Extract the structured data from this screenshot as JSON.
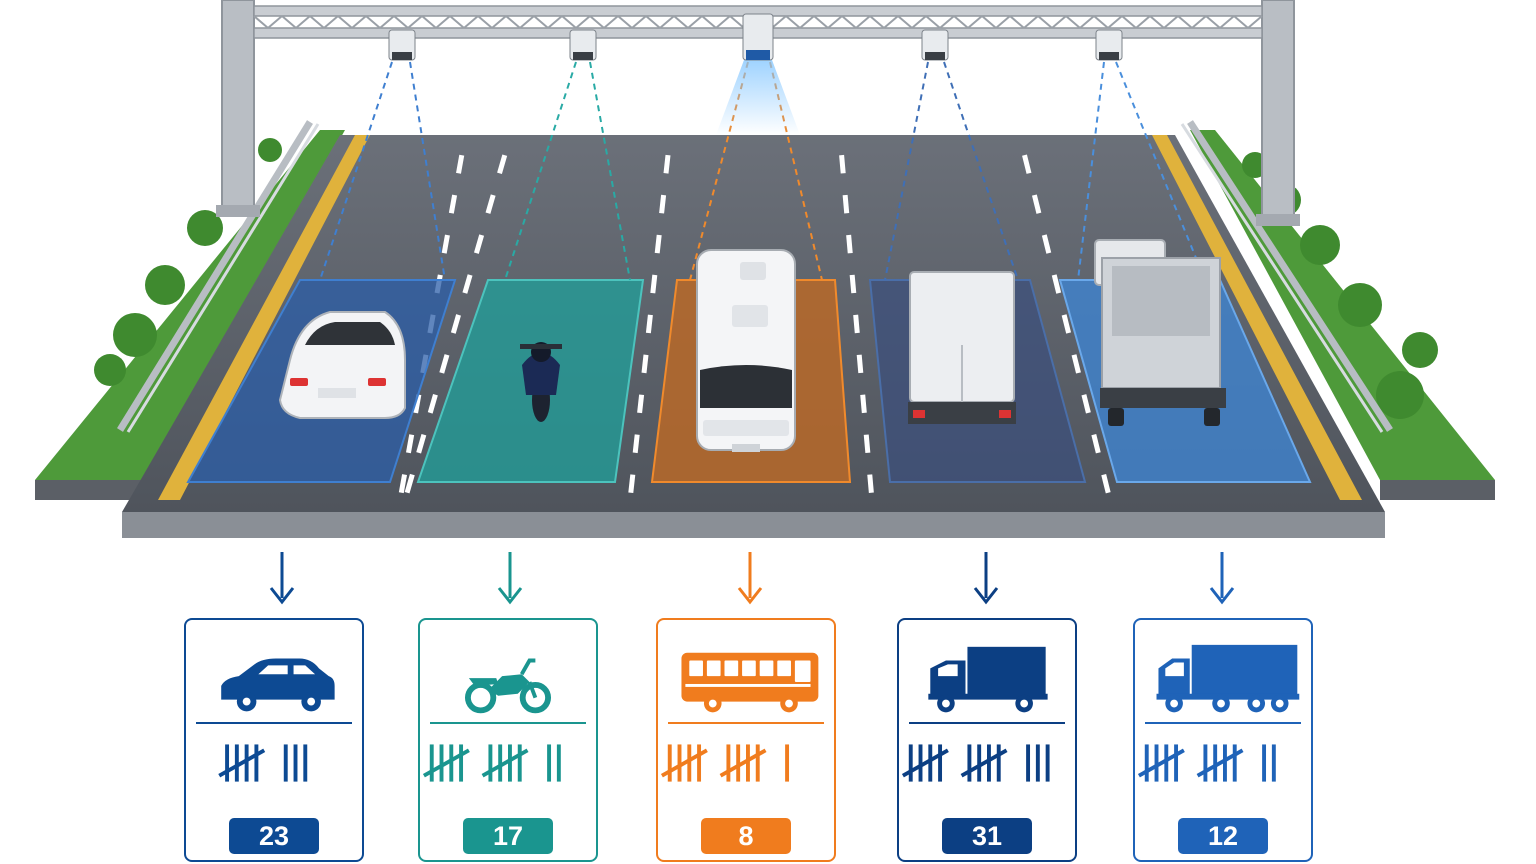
{
  "categories": [
    {
      "id": "car",
      "icon": "car-icon",
      "color": "#0d4a93",
      "count": "23"
    },
    {
      "id": "motorcycle",
      "icon": "motorcycle-icon",
      "color": "#1a958f",
      "count": "17"
    },
    {
      "id": "bus",
      "icon": "bus-icon",
      "color": "#f07c1e",
      "count": "8"
    },
    {
      "id": "truck",
      "icon": "truck-icon",
      "color": "#0c3f83",
      "count": "31"
    },
    {
      "id": "heavy-truck",
      "icon": "heavy-truck-icon",
      "color": "#1f63b8",
      "count": "12"
    }
  ],
  "colors": {
    "road": "#575d66",
    "grass": "#4e9a3a",
    "lane_marking": "#ffffff",
    "edge_line": "#e0b23c",
    "gantry": "#b9bec4"
  }
}
